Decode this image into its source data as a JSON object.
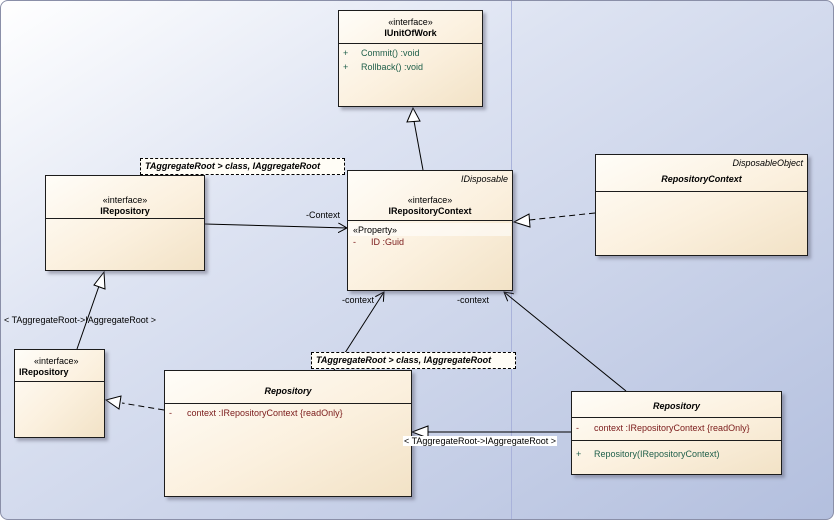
{
  "elements": {
    "iunitofwork": {
      "stereotype": "«interface»",
      "name": "IUnitOfWork",
      "operations": [
        {
          "vis": "+",
          "text": "Commit()  :void"
        },
        {
          "vis": "+",
          "text": "Rollback()  :void"
        }
      ]
    },
    "irepository_top": {
      "stereotype": "«interface»",
      "name": "IRepository",
      "template": "TAggregateRoot > class, IAggregateRoot"
    },
    "irepositorycontext": {
      "realizes": "IDisposable",
      "stereotype": "«interface»",
      "name": "IRepositoryContext",
      "section_label": "«Property»",
      "attributes": [
        {
          "vis": "-",
          "text": "ID  :Guid"
        }
      ]
    },
    "repositorycontext": {
      "realizes": "DisposableObject",
      "name": "RepositoryContext"
    },
    "irepository_bottom": {
      "stereotype": "«interface»",
      "name": "IRepository"
    },
    "repository_abstract": {
      "name": "Repository",
      "template": "TAggregateRoot > class, IAggregateRoot",
      "attributes": [
        {
          "vis": "-",
          "text": "context  :IRepositoryContext {readOnly}"
        }
      ]
    },
    "repository_concrete": {
      "name": "Repository",
      "attributes": [
        {
          "vis": "-",
          "text": "context  :IRepositoryContext {readOnly}"
        }
      ],
      "operations": [
        {
          "vis": "+",
          "text": "Repository(IRepositoryContext)"
        }
      ]
    }
  },
  "connector_labels": {
    "context_assoc": "-Context",
    "context_left": "-context",
    "context_right": "-context",
    "binding_left": "< TAggregateRoot->IAggregateRoot >",
    "binding_bottom": "< TAggregateRoot->IAggregateRoot >"
  },
  "colors": {
    "operation_text": "#1f5f4a",
    "attribute_text": "#7a1a1a",
    "class_fill": "#fbf0de"
  }
}
